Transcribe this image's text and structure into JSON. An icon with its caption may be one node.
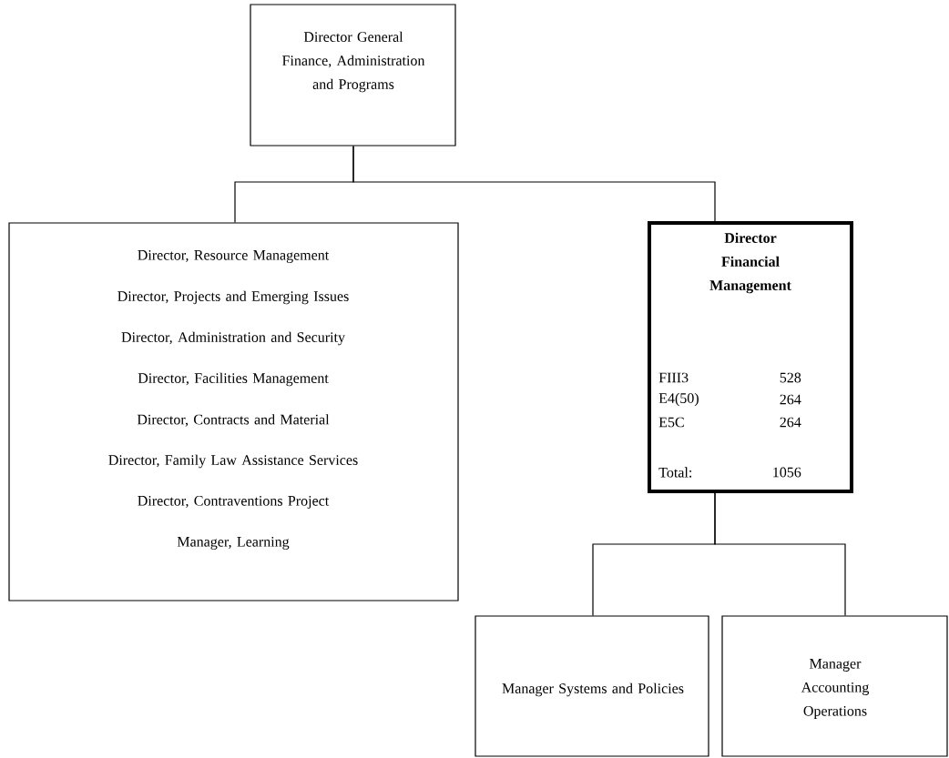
{
  "diagram": {
    "nodes": [
      {
        "text": [
          "Director General Finance, Administration and Programs"
        ]
      },
      {
        "text": [
          "Director, Resource Management",
          "Director, Projects and Emerging Issues",
          "Director, Administration and Security",
          "Director, Facilities Management",
          "Director, Contracts and Material",
          "Director, Family Law Assistance Services",
          "Director, Contraventions Project",
          "Manager, Learning"
        ]
      },
      {
        "text": [
          "Director Financial Management",
          "FIII3",
          "528",
          "E4(50)",
          "264",
          "E5C",
          "264",
          "Total:",
          "1056"
        ]
      },
      {
        "text": [
          "Manager Systems and Policies"
        ]
      },
      {
        "text": [
          "Manager Accounting Operations"
        ]
      }
    ],
    "edges": [
      {
        "from": 0,
        "to": 1,
        "arrow": "none"
      },
      {
        "from": 0,
        "to": 2,
        "arrow": "none"
      },
      {
        "from": 2,
        "to": 3,
        "arrow": "none"
      },
      {
        "from": 2,
        "to": 4,
        "arrow": "none"
      }
    ]
  }
}
